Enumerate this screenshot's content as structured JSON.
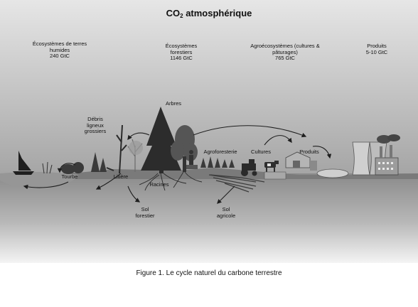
{
  "title": {
    "prefix": "CO",
    "subscript": "2",
    "suffix": " atmosphérique"
  },
  "labels": {
    "wetlands": {
      "name": [
        "Écosystèmes de terres",
        "humides"
      ],
      "value": "240 GtC"
    },
    "forests": {
      "name": [
        "Écosystèmes",
        "forestiers"
      ],
      "value": "1146 GtC"
    },
    "agro": {
      "name": [
        "Agroécosystèmes (cultures &",
        "pâturages)"
      ],
      "value": "765 GtC"
    },
    "products": {
      "name": [
        "Produits"
      ],
      "value": "5-10 GtC"
    },
    "trees": "Arbres",
    "debris": [
      "Débris",
      "ligneux",
      "grossiers"
    ],
    "agroforestry": "Agroforesterie",
    "crops": "Cultures",
    "products_arrow": "Produits",
    "peat": "Tourbe",
    "litter": "Litière",
    "roots": "Racines",
    "forest_soil": [
      "Sol",
      "forestier"
    ],
    "agri_soil": [
      "Sol",
      "agricole"
    ]
  },
  "caption": "Figure 1.  Le cycle naturel du carbone terrestre",
  "colors": {
    "sky_top": "#d8d8d8",
    "sky_bottom": "#a8a8a8",
    "ground": "#8c8c8c",
    "soil_bottom": "#f2f2f2",
    "tree_dark": "#2e2e2e",
    "arrow": "#222222"
  }
}
